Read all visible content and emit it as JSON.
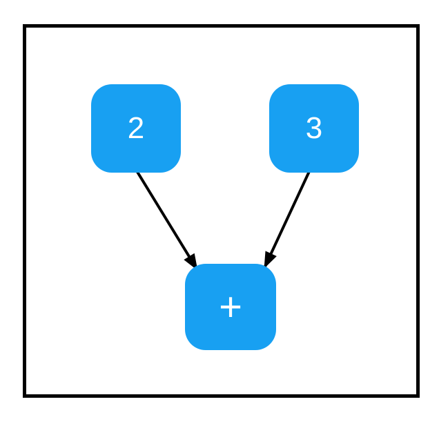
{
  "diagram": {
    "nodes": [
      {
        "id": "operand-left",
        "label": "2"
      },
      {
        "id": "operand-right",
        "label": "3"
      },
      {
        "id": "operator-plus",
        "label": "+"
      }
    ],
    "edges": [
      {
        "from": "operand-left",
        "to": "operator-plus"
      },
      {
        "from": "operand-right",
        "to": "operator-plus"
      }
    ]
  },
  "colors": {
    "background": "#ffffff",
    "frame_border": "#000000",
    "node_fill": "#18a0f2",
    "node_label": "#ffffff",
    "edge": "#000000"
  }
}
